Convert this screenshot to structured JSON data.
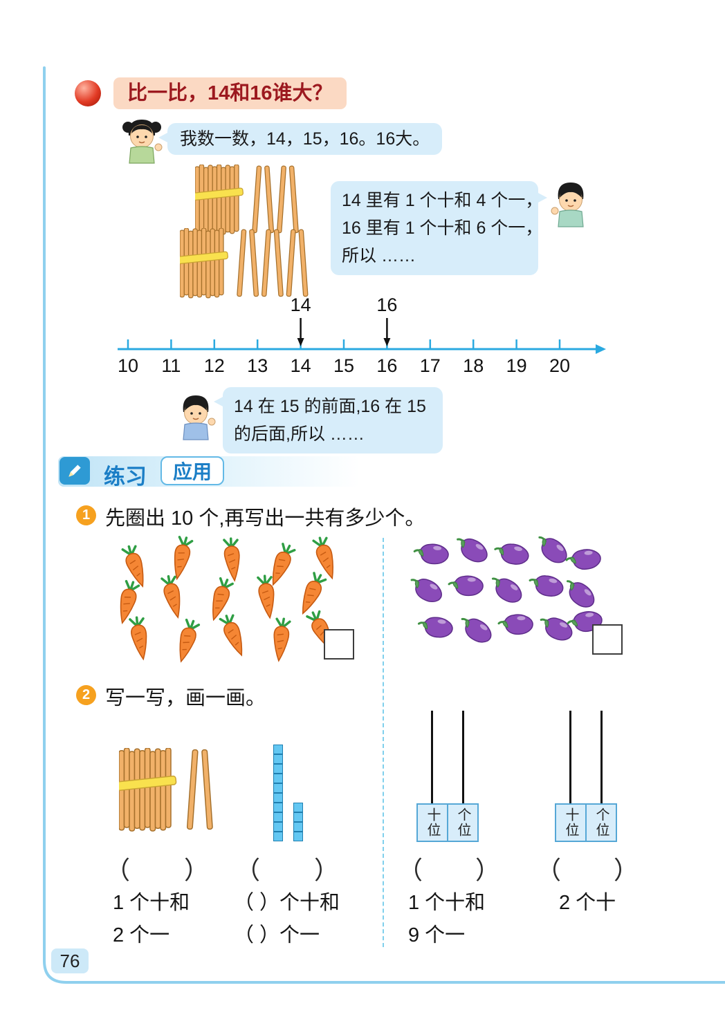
{
  "page_number": "76",
  "title": "比一比，14和16谁大？",
  "bubbles": {
    "girl": "我数一数，14，15，16。16大。",
    "boy1": [
      "14 里有 1 个十和 4 个一，",
      "16 里有 1 个十和 6 个一，",
      "所以 ……"
    ],
    "boy2": [
      "14 在 15 的前面,16 在 15",
      "的后面,所以 ……"
    ]
  },
  "sticks": {
    "group14": {
      "bundles": 1,
      "singles": 4
    },
    "group16": {
      "bundles": 1,
      "singles": 6
    },
    "ex2": {
      "bundles": 1,
      "singles": 2
    }
  },
  "number_line": {
    "ticks": [
      "10",
      "11",
      "12",
      "13",
      "14",
      "15",
      "16",
      "17",
      "18",
      "19",
      "20"
    ],
    "markers": [
      "14",
      "16"
    ]
  },
  "section": {
    "practice": "练习",
    "apply": "应用"
  },
  "ex1": {
    "badge": "1",
    "prompt": "先圈出 10 个,再写出一共有多少个。",
    "carrot_count": 15,
    "eggplant_count": 15
  },
  "ex2": {
    "badge": "2",
    "prompt": "写一写，画一画。",
    "cube_stacks": [
      10,
      4
    ],
    "place_value": {
      "tens": "十位",
      "ones": "个位"
    },
    "paren_open": "（",
    "paren_close": "）",
    "answers": {
      "a1": [
        "1 个十和",
        "2 个一"
      ],
      "a2": [
        "（ ）个十和",
        "（ ）个一"
      ],
      "a3": [
        "1 个十和",
        "9 个一"
      ],
      "a4": [
        "2 个十"
      ]
    }
  }
}
